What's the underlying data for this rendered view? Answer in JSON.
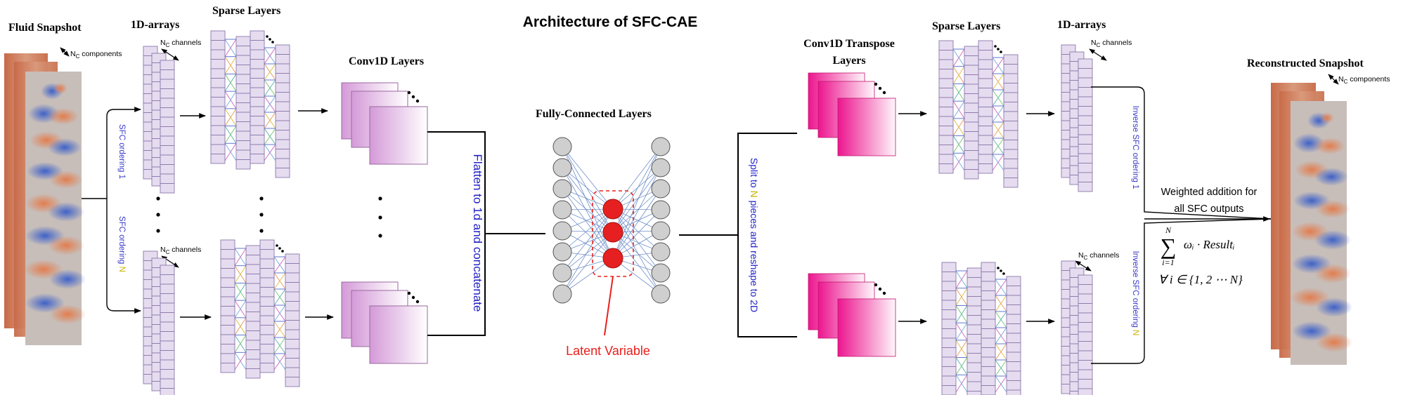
{
  "title": "Architecture of SFC-CAE",
  "labels": {
    "fluid_snapshot": "Fluid Snapshot",
    "nc_components_prefix": "N",
    "nc_sub": "C",
    "nc_components_suffix": " components",
    "nc_channels_suffix": " channels",
    "arrays_1d_left": "1D-arrays",
    "sparse_layers_left": "Sparse Layers",
    "conv1d_layers": "Conv1D Layers",
    "fc_layers": "Fully-Connected Layers",
    "conv1d_transpose_line1": "Conv1D Transpose",
    "conv1d_transpose_line2": "Layers",
    "sparse_layers_right": "Sparse Layers",
    "arrays_1d_right": "1D-arrays",
    "reconstructed_snapshot": "Reconstructed Snapshot",
    "latent_variable": "Latent Variable",
    "flatten_concat": "Flatten to 1d and concatenate",
    "split_prefix": "Split to ",
    "split_n": "N",
    "split_suffix": " pieces and reshape to 2D",
    "sfc_ordering_1": "SFC ordering 1",
    "sfc_ordering_n_prefix": "SFC ordering ",
    "sfc_ordering_n_letter": "N",
    "inverse_sfc_1": "Inverse SFC ordering 1",
    "inverse_sfc_n_prefix": "Inverse SFC ordering ",
    "inverse_sfc_n_letter": "N",
    "weighted_line1": "Weighted addition for",
    "weighted_line2": "all SFC outputs",
    "formula_sum_top": "N",
    "formula_sum_sigma": "∑",
    "formula_sum_bottom": "i=1",
    "formula_term": "ωᵢ · Resultᵢ",
    "formula_forall": "∀ i ∈ {1, 2 ⋯ N}"
  },
  "colors": {
    "title": "#000000",
    "sfc_text": "#3a3acc",
    "n_highlight": "#c8b400",
    "latent_red": "#e8201c",
    "grid_fill": "#e6dcf0",
    "grid_stroke": "#8a78a8",
    "conv_purple_light": "#f8eefa",
    "conv_purple_dark": "#d49ad8",
    "conv_pink_light": "#fde8f4",
    "conv_pink_dark": "#ee1a96",
    "neuron_gray": "#cfcfcf",
    "latent_neuron": "#e62020",
    "connection_blue": "#6f8fc8"
  }
}
